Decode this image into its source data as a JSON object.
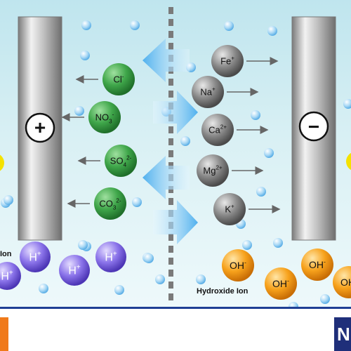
{
  "electrodes": {
    "left_sign": "+",
    "right_sign": "−"
  },
  "anions": [
    {
      "base": "Cl",
      "sub": "",
      "sup": "-"
    },
    {
      "base": "NO",
      "sub": "3",
      "sup": "-"
    },
    {
      "base": "SO",
      "sub": "4",
      "sup": "2-"
    },
    {
      "base": "CO",
      "sub": "3",
      "sup": "2-"
    }
  ],
  "cations": [
    {
      "base": "Fe",
      "sup": "+"
    },
    {
      "base": "Na",
      "sup": "+"
    },
    {
      "base": "Ca",
      "sup": "2+"
    },
    {
      "base": "Mg",
      "sup": "2+"
    },
    {
      "base": "K",
      "sup": "+"
    }
  ],
  "hydrogen": {
    "base": "H",
    "sup": "+",
    "label": "Ion"
  },
  "hydroxide": {
    "base": "OH",
    "sup": "-",
    "label": "Hydroxide Ion"
  },
  "right_edge_text": "N",
  "colors": {
    "anion": "#3fa64a",
    "cation": "#8a8a8a",
    "hydrogen": "#7f67e0",
    "hydroxide": "#f7a21c",
    "electrode": "#9b9b9b",
    "arrow": "#5fb8ee",
    "bottom_left": "#f07a1a",
    "bottom_right": "#1f2f7a"
  }
}
